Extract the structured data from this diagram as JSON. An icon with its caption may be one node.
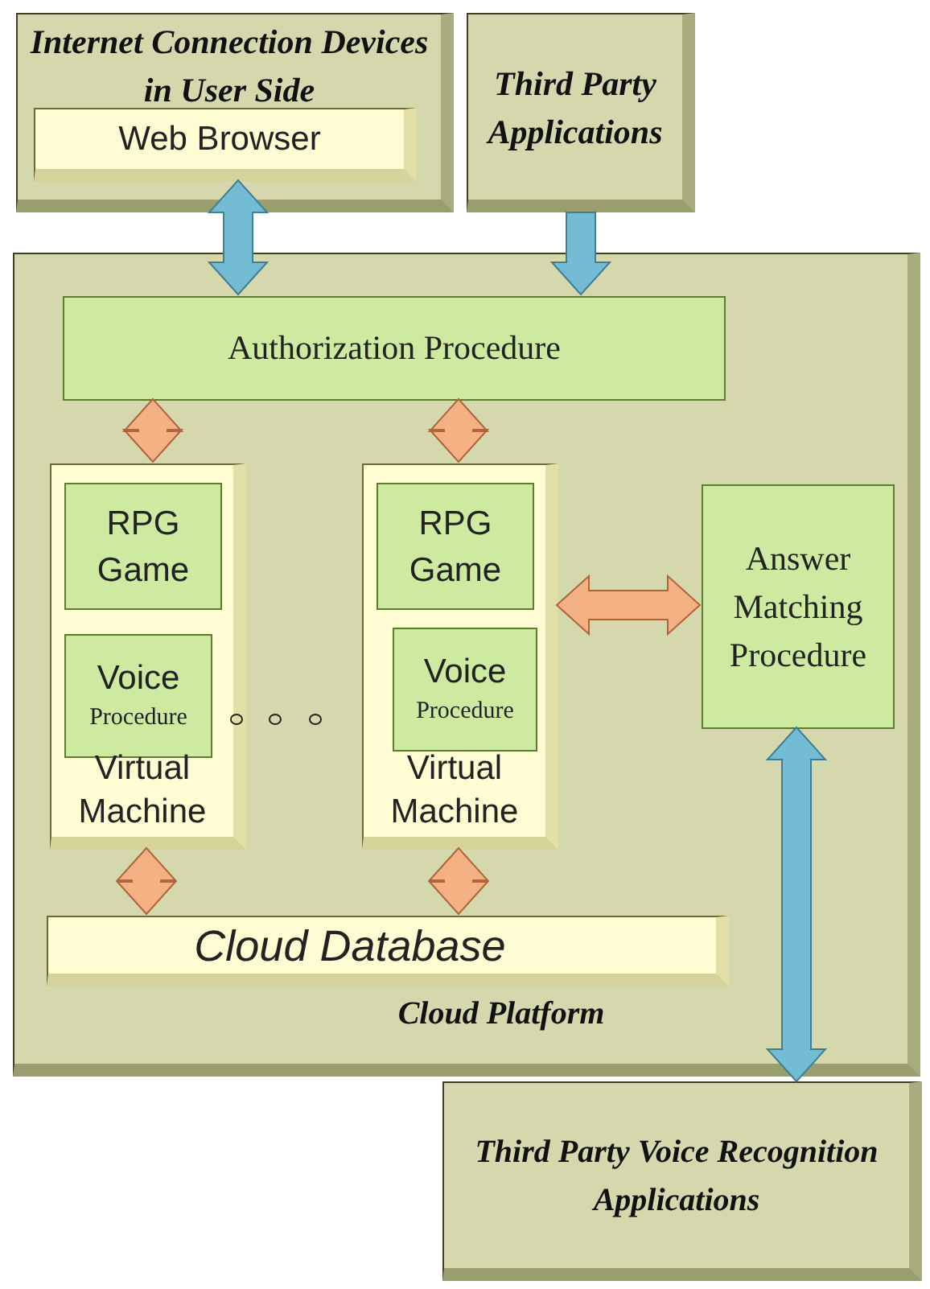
{
  "diagram": {
    "nodes": [
      {
        "text": [
          "Internet Connection Devices in User Side"
        ]
      },
      {
        "text": [
          "Web Browser"
        ],
        "in": 0
      },
      {
        "text": [
          "Third Party Applications"
        ]
      },
      {
        "text": [
          "Cloud Platform"
        ]
      },
      {
        "text": [
          "Authorization Procedure"
        ],
        "in": 3
      },
      {
        "text": [
          "Virtual Machine"
        ],
        "in": 3
      },
      {
        "text": [
          "RPG Game"
        ],
        "in": 5
      },
      {
        "text": [
          "Voice",
          "Procedure"
        ],
        "in": 5
      },
      {
        "text": [
          "Virtual Machine"
        ],
        "in": 3
      },
      {
        "text": [
          "RPG Game"
        ],
        "in": 8
      },
      {
        "text": [
          "Voice",
          "Procedure"
        ],
        "in": 8
      },
      {
        "text": [
          "Answer Matching Procedure"
        ],
        "in": 3
      },
      {
        "text": [
          "Cloud Database"
        ],
        "in": 3
      },
      {
        "text": [
          "Third Party Voice Recognition Applications"
        ]
      }
    ],
    "edges": [
      {
        "from": 1,
        "to": 4,
        "arrow": "both",
        "color": "#74bcd3"
      },
      {
        "from": 2,
        "to": 4,
        "arrow": "to",
        "color": "#74bcd3"
      },
      {
        "from": 4,
        "to": 5,
        "arrow": "both"
      },
      {
        "from": 4,
        "to": 8,
        "arrow": "both"
      },
      {
        "from": 8,
        "to": 11,
        "arrow": "both"
      },
      {
        "from": 5,
        "to": 12,
        "arrow": "both"
      },
      {
        "from": 8,
        "to": 12,
        "arrow": "both"
      },
      {
        "from": 11,
        "to": 13,
        "arrow": "both",
        "color": "#74bcd3"
      }
    ]
  }
}
